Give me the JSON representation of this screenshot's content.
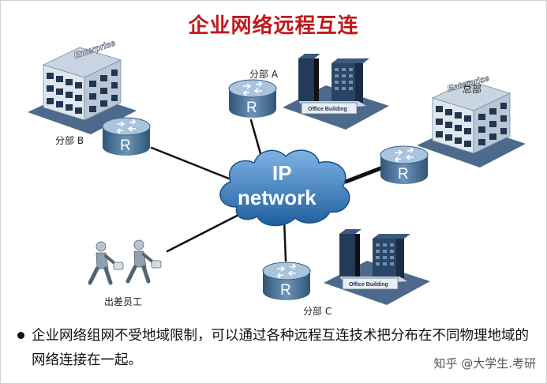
{
  "title": "企业网络远程互连",
  "cloud": {
    "line1": "IP",
    "line2": "network"
  },
  "router_glyph": "R",
  "building_sign_enterprise": "Enterprise",
  "building_sign_office": "Office Building",
  "labels": {
    "branch_a": "分部 A",
    "branch_b": "分部 B",
    "branch_c": "分部 C",
    "headquarters": "总部",
    "traveling_staff": "出差员工"
  },
  "bullet": "企业网络组网不受地域限制，可以通过各种远程互连技术把分布在不同物理地域的网络连接在一起。",
  "watermark": "知乎 @大学生.考研",
  "colors": {
    "title": "#c0181b",
    "router": "#3f6a8f",
    "cloud": "#2d6fb0"
  }
}
